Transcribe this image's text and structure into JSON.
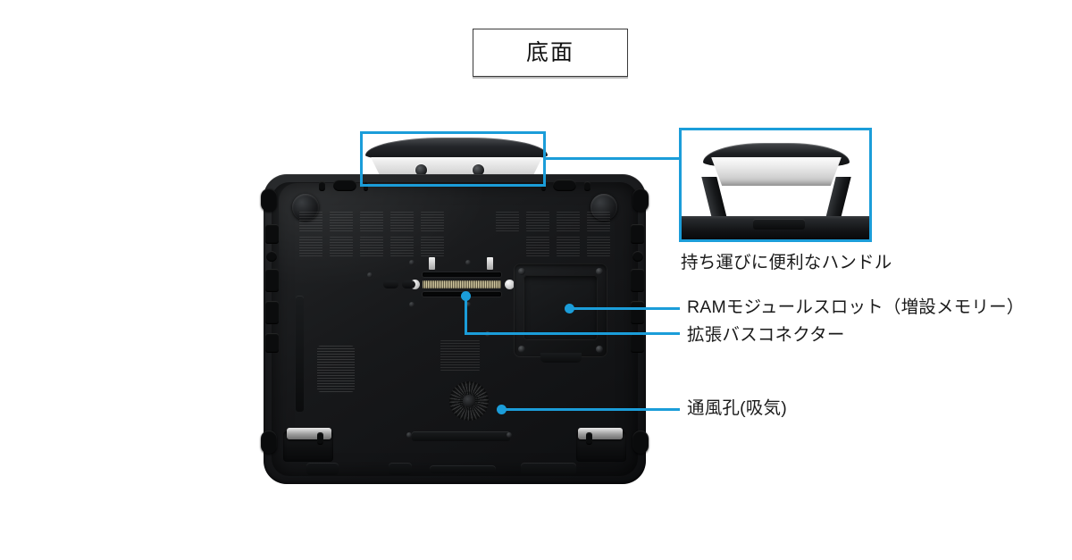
{
  "page": {
    "background_color": "#ffffff",
    "accent_color": "#1b9dd9",
    "text_color": "#1a1a1a"
  },
  "title": {
    "text": "底面"
  },
  "callout": {
    "icon": "handle-closeup-photo",
    "caption": "持ち運びに便利なハンドル"
  },
  "labels": {
    "handle": "持ち運びに便利なハンドル",
    "ram_slot": "RAMモジュールスロット（増設メモリー）",
    "bus_connector": "拡張バスコネクター",
    "vent": "通風孔(吸気)"
  },
  "diagram": {
    "subject": "rugged-laptop-bottom-view",
    "highlight_region": "carrying-handle",
    "callouts": [
      {
        "name": "handle",
        "label": "持ち運びに便利なハンドル",
        "marker": "box"
      },
      {
        "name": "ram-slot",
        "label": "RAMモジュールスロット（増設メモリー）",
        "marker": "dot"
      },
      {
        "name": "bus-connector",
        "label": "拡張バスコネクター",
        "marker": "dot"
      },
      {
        "name": "vent",
        "label": "通風孔(吸気)",
        "marker": "dot"
      }
    ]
  }
}
